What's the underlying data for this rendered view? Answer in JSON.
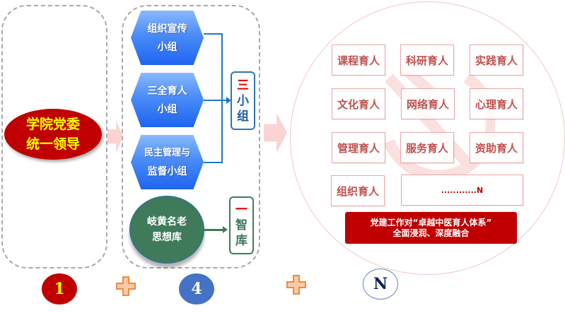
{
  "leadership": {
    "line1": "学院党委",
    "line2": "统一领导"
  },
  "groups": [
    {
      "line1": "组织宣传",
      "line2": "小组"
    },
    {
      "line1": "三全育人",
      "line2": "小组"
    },
    {
      "line1": "民主管理与",
      "line2": "监督小组"
    }
  ],
  "three_groups": {
    "num": "三",
    "c1": "小",
    "c2": "组"
  },
  "think_tank": {
    "line1": "岐黄名老",
    "line2": "思想库"
  },
  "one_tank": {
    "num": "一",
    "c1": "智",
    "c2": "库"
  },
  "education": [
    "课程育人",
    "科研育人",
    "实践育人",
    "文化育人",
    "网络育人",
    "心理育人",
    "管理育人",
    "服务育人",
    "资助育人",
    "组织育人"
  ],
  "more": "............N",
  "banner": {
    "line1": "党建工作对“卓越中医育人体系”",
    "line2": "全面浸润、深度融合"
  },
  "badges": {
    "one": "1",
    "four": "4",
    "n": "N"
  },
  "colors": {
    "red": "#c00000",
    "blue": "#1e64f0",
    "green": "#3f7a5a",
    "badge_blue": "#4472c4",
    "plus": "#f08a3c"
  }
}
